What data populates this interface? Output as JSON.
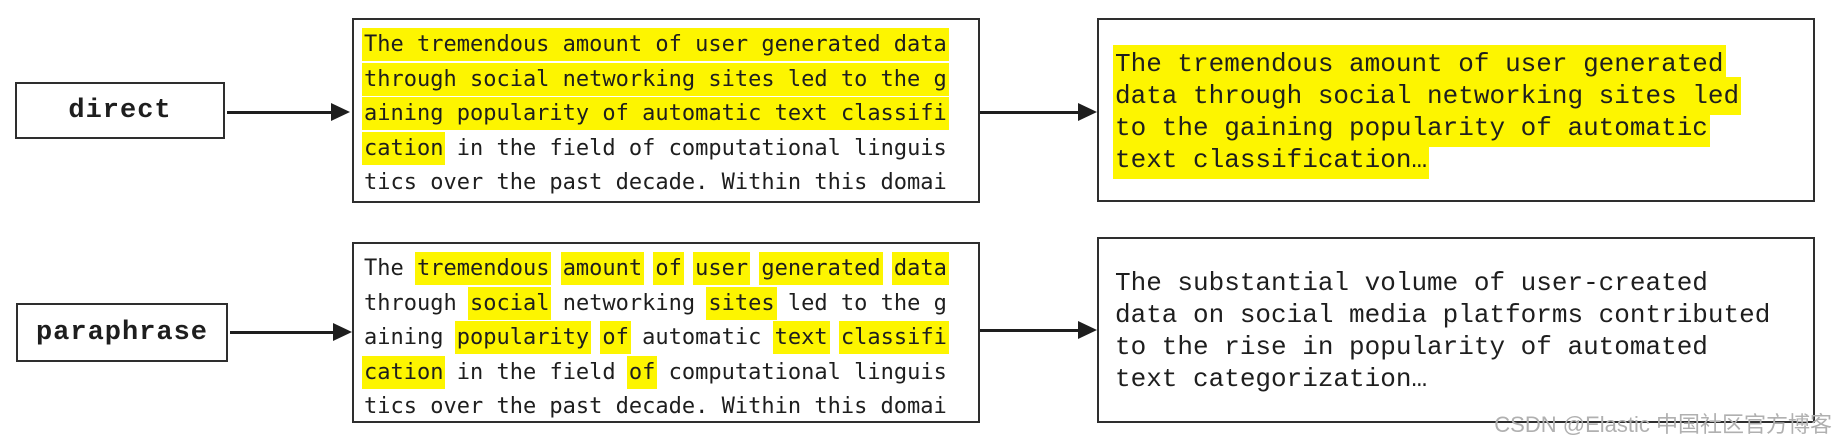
{
  "rows": [
    {
      "label": "direct",
      "source": {
        "lines": [
          [
            {
              "t": "The tremendous amount of user generated data",
              "h": true
            }
          ],
          [
            {
              "t": "through social networking sites led to the g",
              "h": true
            }
          ],
          [
            {
              "t": "aining popularity of automatic text classifi",
              "h": true
            }
          ],
          [
            {
              "t": "cation",
              "h": true
            },
            {
              "t": " in the field of computational linguis",
              "h": false
            }
          ],
          [
            {
              "t": "tics over the past decade. Within this domai",
              "h": false
            }
          ]
        ]
      },
      "output": {
        "lines": [
          [
            {
              "t": "The tremendous amount of user generated",
              "h": true
            }
          ],
          [
            {
              "t": "data through social networking sites led",
              "h": true
            }
          ],
          [
            {
              "t": "to the gaining popularity of automatic",
              "h": true
            }
          ],
          [
            {
              "t": "text classification…",
              "h": true
            }
          ]
        ]
      }
    },
    {
      "label": "paraphrase",
      "source": {
        "lines": [
          [
            {
              "t": "The ",
              "h": false
            },
            {
              "t": "tremendous",
              "h": true
            },
            {
              "t": " ",
              "h": false
            },
            {
              "t": "amount",
              "h": true
            },
            {
              "t": " ",
              "h": false
            },
            {
              "t": "of",
              "h": true
            },
            {
              "t": " ",
              "h": false
            },
            {
              "t": "user",
              "h": true
            },
            {
              "t": " ",
              "h": false
            },
            {
              "t": "generated",
              "h": true
            },
            {
              "t": " ",
              "h": false
            },
            {
              "t": "data",
              "h": true
            }
          ],
          [
            {
              "t": "through ",
              "h": false
            },
            {
              "t": "social",
              "h": true
            },
            {
              "t": " networking ",
              "h": false
            },
            {
              "t": "sites",
              "h": true
            },
            {
              "t": " led to the g",
              "h": false
            }
          ],
          [
            {
              "t": "aining ",
              "h": false
            },
            {
              "t": "popularity",
              "h": true
            },
            {
              "t": " ",
              "h": false
            },
            {
              "t": "of",
              "h": true
            },
            {
              "t": " automatic ",
              "h": false
            },
            {
              "t": "text",
              "h": true
            },
            {
              "t": " ",
              "h": false
            },
            {
              "t": "classifi",
              "h": true
            }
          ],
          [
            {
              "t": "cation",
              "h": true
            },
            {
              "t": " in the field ",
              "h": false
            },
            {
              "t": "of",
              "h": true
            },
            {
              "t": " computational linguis",
              "h": false
            }
          ],
          [
            {
              "t": "tics over the past decade. Within this domai",
              "h": false
            }
          ]
        ]
      },
      "output": {
        "lines": [
          [
            {
              "t": "The substantial volume of user-created",
              "h": false
            }
          ],
          [
            {
              "t": "data on social media platforms contributed",
              "h": false
            }
          ],
          [
            {
              "t": "to the rise in popularity of automated",
              "h": false
            }
          ],
          [
            {
              "t": "text categorization…",
              "h": false
            }
          ]
        ]
      }
    }
  ],
  "watermark": {
    "text": "CSDN @Elastic 中国社区官方博客"
  },
  "colors": {
    "highlight": "#fdf500",
    "text": "#1e1e1e",
    "border": "#2e2e2e",
    "watermark": "#b0b0b0",
    "bg": "#ffffff"
  }
}
